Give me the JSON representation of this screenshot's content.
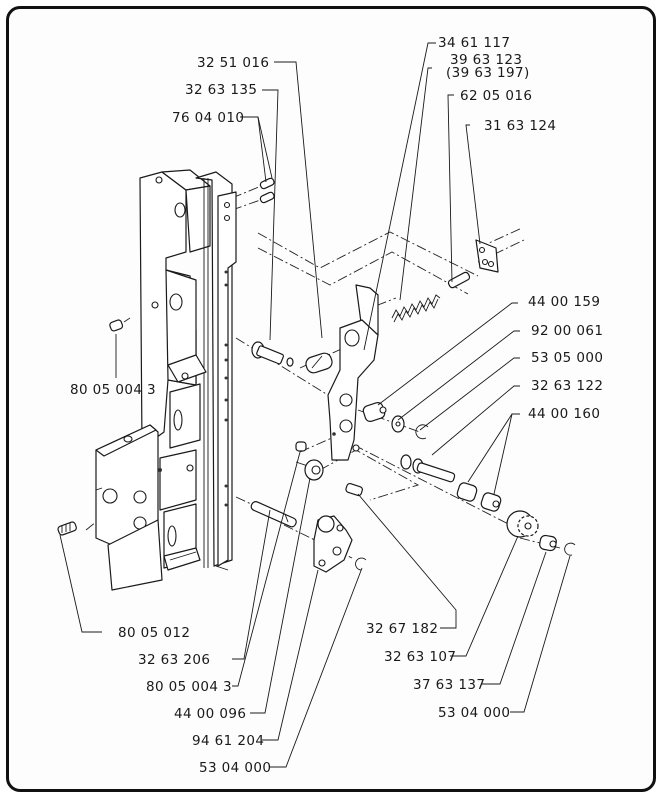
{
  "diagram": {
    "type": "exploded-parts-view",
    "labels": [
      {
        "id": "p-32-51-016",
        "text": "32 51 016"
      },
      {
        "id": "p-32-63-135",
        "text": "32 63 135"
      },
      {
        "id": "p-76-04-010",
        "text": "76 04 010"
      },
      {
        "id": "p-34-61-117",
        "text": "34 61 117"
      },
      {
        "id": "p-39-63-123",
        "text": "39 63 123"
      },
      {
        "id": "p-39-63-197",
        "text": "(39 63 197)"
      },
      {
        "id": "p-62-05-016",
        "text": "62 05 016"
      },
      {
        "id": "p-31-63-124",
        "text": "31 63 124"
      },
      {
        "id": "p-44-00-159",
        "text": "44 00 159"
      },
      {
        "id": "p-92-00-061",
        "text": "92 00 061"
      },
      {
        "id": "p-53-05-000",
        "text": "53 05 000"
      },
      {
        "id": "p-32-63-122",
        "text": "32 63 122"
      },
      {
        "id": "p-44-00-160",
        "text": "44 00 160"
      },
      {
        "id": "p-80-05-004-3-a",
        "text": "80 05 004 3"
      },
      {
        "id": "p-80-05-012",
        "text": "80 05 012"
      },
      {
        "id": "p-32-63-206",
        "text": "32 63 206"
      },
      {
        "id": "p-80-05-004-3-b",
        "text": "80 05 004 3"
      },
      {
        "id": "p-44-00-096",
        "text": "44 00 096"
      },
      {
        "id": "p-94-61-204",
        "text": "94 61 204"
      },
      {
        "id": "p-53-04-000-a",
        "text": "53 04 000"
      },
      {
        "id": "p-32-67-182",
        "text": "32 67 182"
      },
      {
        "id": "p-32-63-107",
        "text": "32 63 107"
      },
      {
        "id": "p-37-63-137",
        "text": "37 63 137"
      },
      {
        "id": "p-53-04-000-b",
        "text": "53 04 000"
      }
    ]
  }
}
